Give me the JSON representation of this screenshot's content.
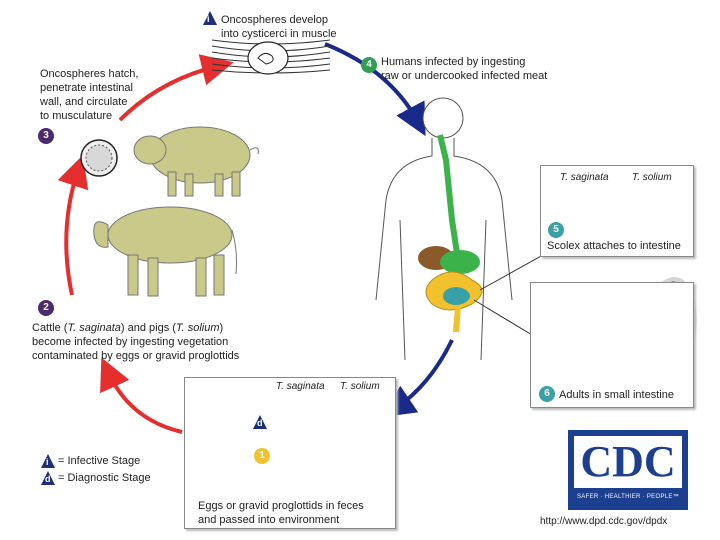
{
  "stages": {
    "s1": {
      "num": "i",
      "text1": "Oncospheres develop",
      "text2": "into cysticerci in muscle"
    },
    "s2": {
      "num": "2",
      "line1_pre": "Cattle (",
      "line1_it1": "T. saginata",
      "line1_mid": ") and pigs (",
      "line1_it2": "T. solium",
      "line1_post": ")",
      "line2": "become infected by ingesting vegetation",
      "line3": "contaminated by eggs or gravid proglottids"
    },
    "s3": {
      "num": "3",
      "l1": "Oncospheres hatch,",
      "l2": "penetrate intestinal",
      "l3": "wall, and circulate",
      "l4": "to musculature"
    },
    "s4": {
      "num": "4",
      "l1": "Humans infected by ingesting",
      "l2": "raw or undercooked infected meat"
    },
    "s5": {
      "num": "5",
      "sp1": "T. saginata",
      "sp2": "T. solium",
      "caption": "Scolex attaches to intestine"
    },
    "s6": {
      "num": "6",
      "caption": "Adults in small intestine"
    },
    "eggs": {
      "num": "1",
      "diag": "d",
      "sp1": "T. saginata",
      "sp2": "T. solium",
      "l1": "Eggs or gravid proglottids in feces",
      "l2": "and passed into environment"
    }
  },
  "legend": {
    "infective_symbol": "i",
    "infective": "= Infective Stage",
    "diagnostic_symbol": "d",
    "diagnostic": "= Diagnostic Stage"
  },
  "logo": {
    "text": "CDC",
    "tagline": "SAFER · HEALTHIER · PEOPLE™"
  },
  "url": "http://www.dpd.cdc.gov/dpdx",
  "colors": {
    "red_arrow": "#e52e2e",
    "blue_arrow": "#1a2a8a",
    "green_badge": "#2e9e4f",
    "purple_badge": "#4b2a6e",
    "yellow_badge": "#f2c12e",
    "teal_badge": "#3aa0a8",
    "navy_tri": "#1d2f7a",
    "animal": "#c9c98a",
    "cdc_blue": "#1d3f8f"
  }
}
